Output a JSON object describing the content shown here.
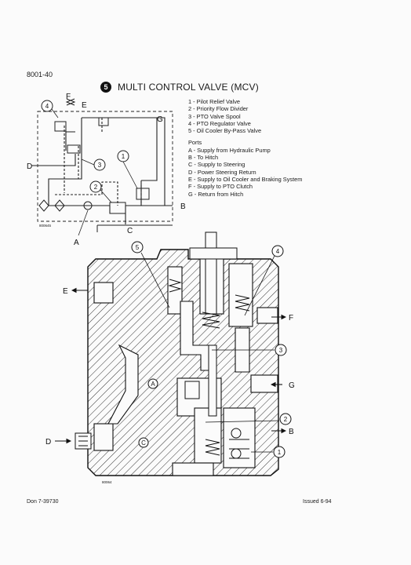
{
  "header": {
    "page_number": "8001-40"
  },
  "title": {
    "badge": "5",
    "text": "MULTI CONTROL VALVE (MCV)"
  },
  "components": [
    "1 - Pilot Relief Valve",
    "2 - Priority Flow Divider",
    "3 - PTO Valve Spool",
    "4 - PTO Regulator Valve",
    "5 - Oil Cooler By-Pass Valve"
  ],
  "ports_heading": "Ports",
  "ports": [
    "A - Supply from Hydraulic Pump",
    "B - To Hitch",
    "C - Supply to Steering",
    "D - Power Steering Return",
    "E - Supply to Oil Cooler and Braking System",
    "F - Supply to PTO Clutch",
    "G - Return from Hitch"
  ],
  "schematic": {
    "labels": {
      "F": "F",
      "E": "E",
      "G": "G",
      "D": "D",
      "B": "B",
      "C": "C",
      "A": "A"
    },
    "callouts": [
      "4",
      "3",
      "1",
      "2"
    ],
    "figure_number": "800645"
  },
  "cutaway": {
    "labels": {
      "E": "E",
      "F": "F",
      "G": "G",
      "B": "B",
      "D": "D"
    },
    "inner_labels": {
      "A": "A",
      "C": "C"
    },
    "callouts": [
      "5",
      "4",
      "3",
      "2",
      "1"
    ],
    "figure_number": "80064"
  },
  "footer": {
    "left": "Don 7-39730",
    "right": "Issued 6-94"
  }
}
